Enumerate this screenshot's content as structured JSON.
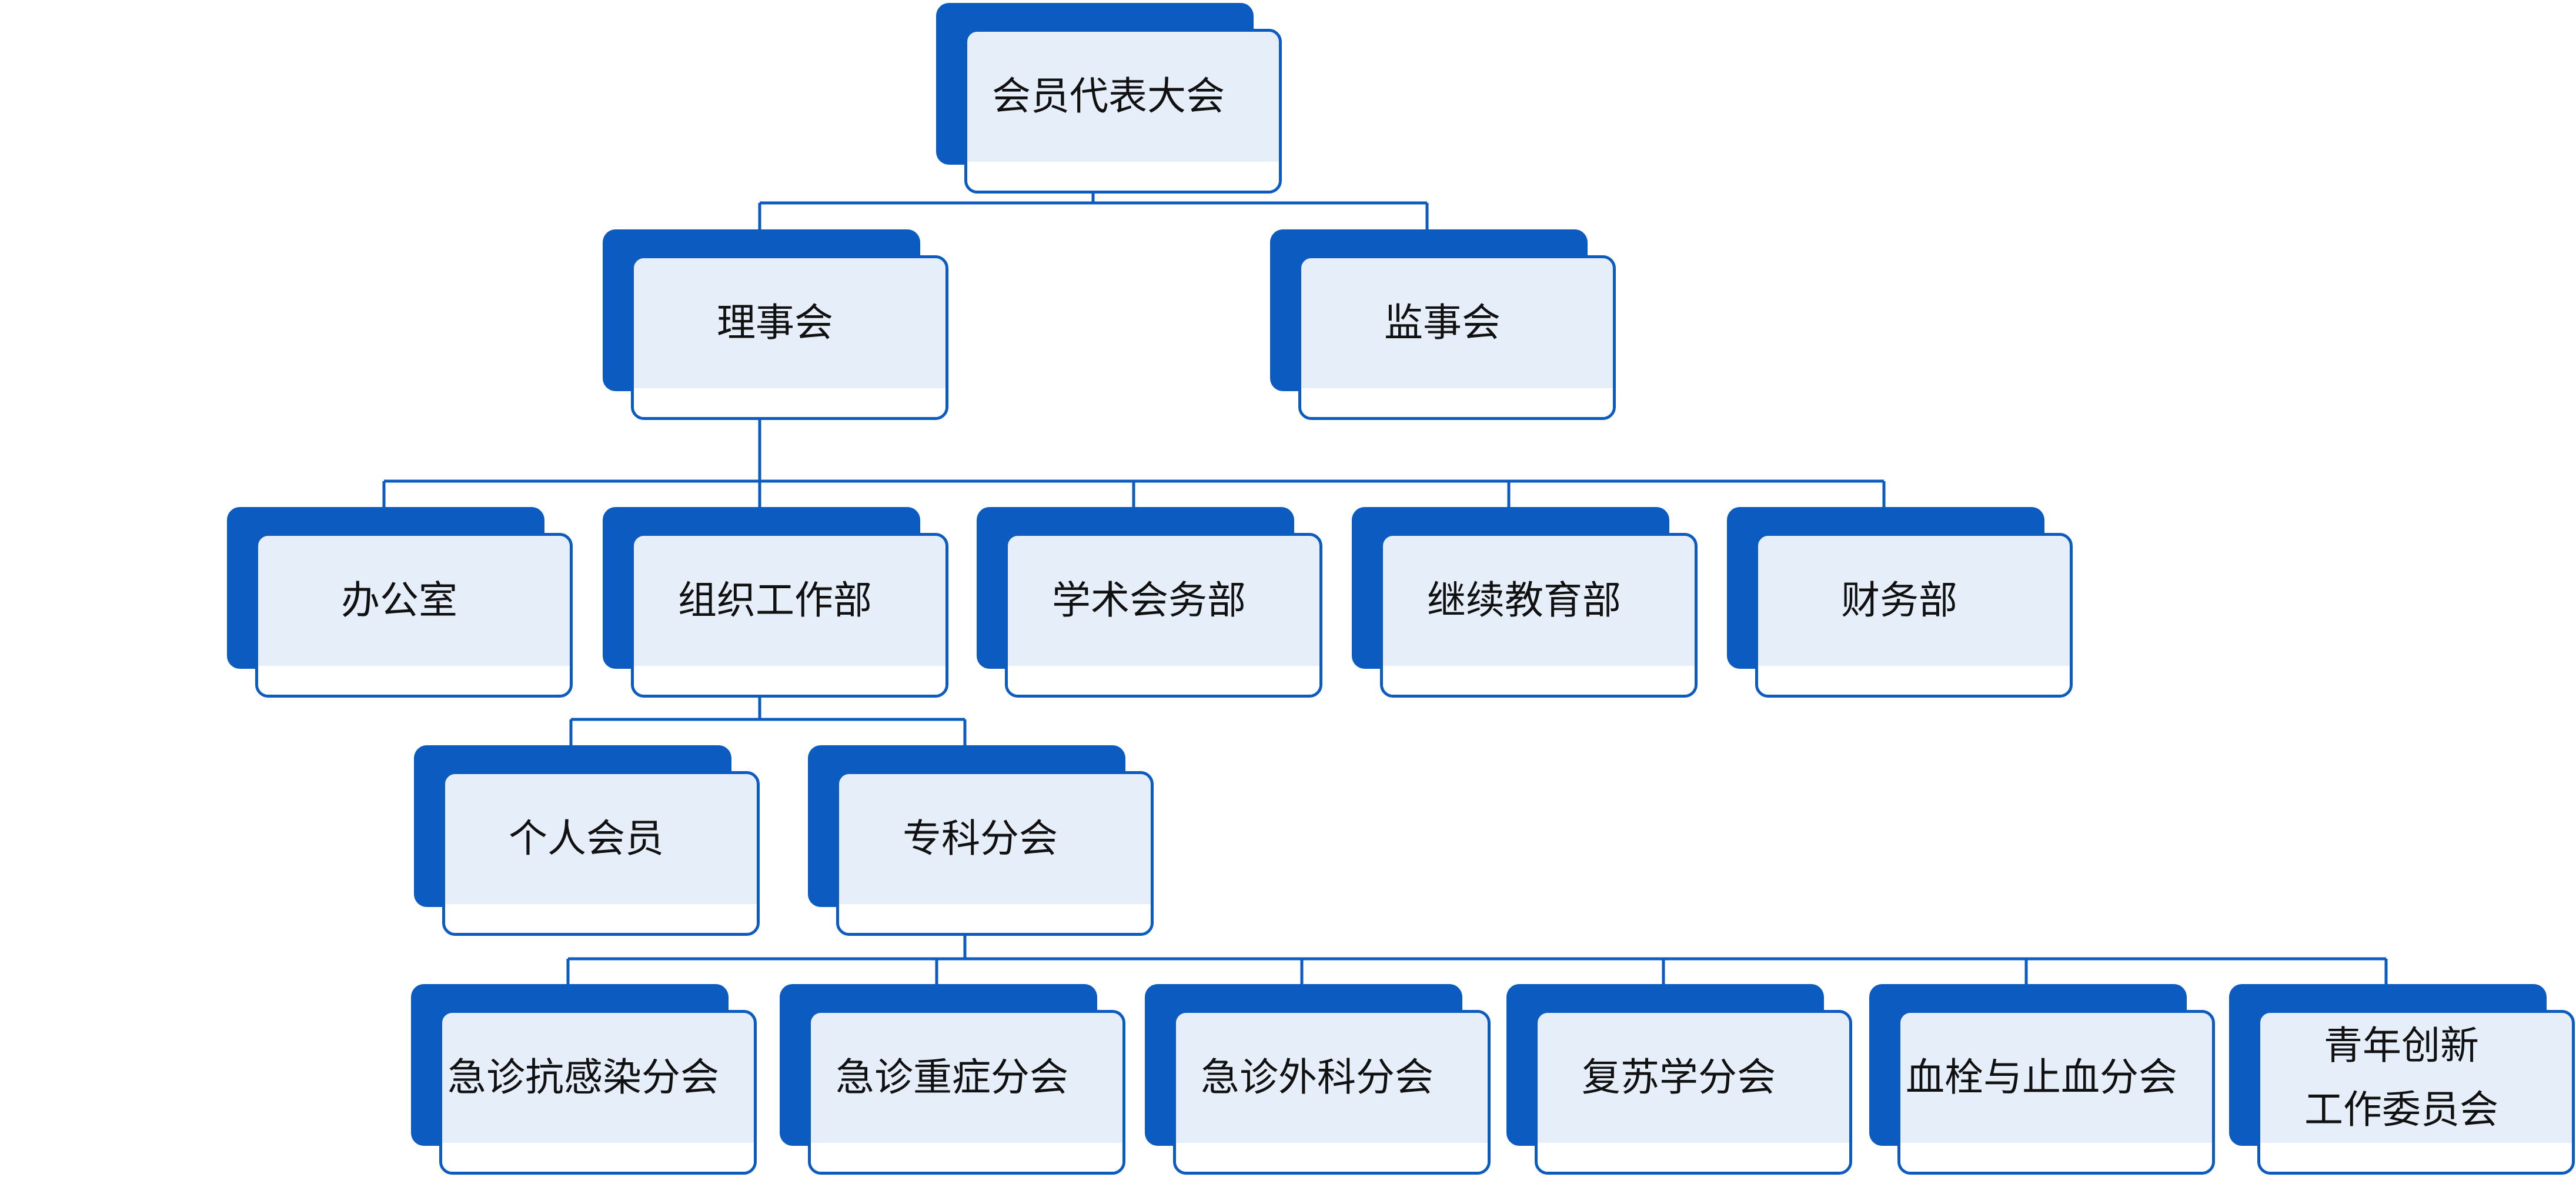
{
  "nodes": [
    {
      "id": "congress",
      "label": "会员代表大会",
      "parent": null
    },
    {
      "id": "council",
      "label": "理事会",
      "parent": "congress"
    },
    {
      "id": "supervisory",
      "label": "监事会",
      "parent": "congress"
    },
    {
      "id": "office",
      "label": "办公室",
      "parent": "council"
    },
    {
      "id": "organization",
      "label": "组织工作部",
      "parent": "council"
    },
    {
      "id": "academic",
      "label": "学术会务部",
      "parent": "council"
    },
    {
      "id": "education",
      "label": "继续教育部",
      "parent": "council"
    },
    {
      "id": "finance",
      "label": "财务部",
      "parent": "council"
    },
    {
      "id": "individual",
      "label": "个人会员",
      "parent": "organization"
    },
    {
      "id": "specialty",
      "label": "专科分会",
      "parent": "organization"
    },
    {
      "id": "anti-infection",
      "label": "急诊抗感染分会",
      "parent": "specialty"
    },
    {
      "id": "critical",
      "label": "急诊重症分会",
      "parent": "specialty"
    },
    {
      "id": "surgery",
      "label": "急诊外科分会",
      "parent": "specialty"
    },
    {
      "id": "resuscitation",
      "label": "复苏学分会",
      "parent": "specialty"
    },
    {
      "id": "thrombosis",
      "label": "血栓与止血分会",
      "parent": "specialty"
    },
    {
      "id": "youth",
      "label": "青年创新\n工作委员会",
      "parent": "specialty"
    }
  ],
  "colors": {
    "accent": "#0c5bc0",
    "box_fill": "#e6eef9",
    "text": "#111111"
  }
}
